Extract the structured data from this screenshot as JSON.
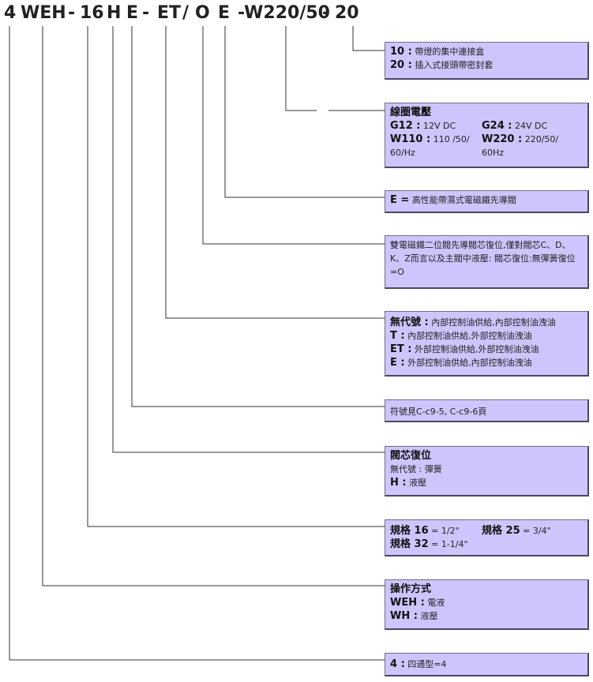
{
  "code": {
    "t0": "4",
    "t1": "WEH",
    "t2": "-",
    "t3": "16",
    "t4": "H",
    "t5": "E",
    "t6": "-",
    "t7": "ET",
    "t8": "/",
    "t9": "O",
    "t10": "E",
    "t11": "-W220/50",
    "t12": "-",
    "t13": "20"
  },
  "boxes": {
    "connector": {
      "r1k": "10 :",
      "r1v": " 帶燈的集中連接盒",
      "r2k": "20 :",
      "r2v": " 插入式接頭帶密封套"
    },
    "voltage": {
      "title": "線圈電壓",
      "g12k": "G12 :",
      "g12v": " 12V DC",
      "g24k": "G24 :",
      "g24v": " 24V DC",
      "w110k": "W110 :",
      "w110v": " 110 /50/ 60/Hz",
      "w220k": "W220 :",
      "w220v": " 220/50/ 60Hz"
    },
    "pilot": {
      "k": "E =",
      "v": " 高性能帶濕式電磁鐵先導閥"
    },
    "spool_return": {
      "text": "雙電磁鐵二位閥先導閥芯復位,僅對閥芯C、D、K、Z而言以及主閥中液壓: 閥芯復位:無彈簧復位=O"
    },
    "oil": {
      "r1k": "無代號 :",
      "r1v": " 內部控制油供給,內部控制油洩油",
      "r2k": "T :",
      "r2v": " 內部控制油供給,外部控制油洩油",
      "r3k": "ET :",
      "r3v": " 外部控制油供給,外部控制油洩油",
      "r4k": "E :",
      "r4v": " 外部控制油供給,內部控制油洩油"
    },
    "symbol": {
      "text": "符號見C-c9-5, C-c9-6頁"
    },
    "return": {
      "title": "閥芯復位",
      "r1k": "無代號 :",
      "r1v": " 彈簧",
      "r2k": "H :",
      "r2v": " 液壓"
    },
    "size": {
      "s16k": "規格 16",
      "s16v": " = 1/2\"",
      "s25k": "規格 25",
      "s25v": " = 3/4\"",
      "s32k": "規格 32",
      "s32v": " = 1-1/4\""
    },
    "operation": {
      "title": "操作方式",
      "r1k": "WEH :",
      "r1v": " 電液",
      "r2k": "WH :",
      "r2v": " 液壓"
    },
    "way": {
      "k": "4 :",
      "v": " 四通型=4"
    }
  }
}
